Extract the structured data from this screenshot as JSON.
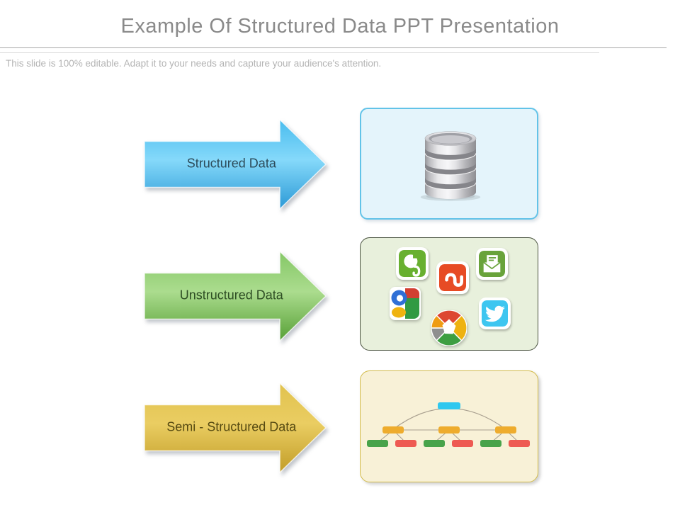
{
  "slide": {
    "title": "Example Of Structured Data PPT Presentation",
    "subtitle": "This slide is 100% editable. Adapt it to your needs and capture your audience's attention."
  },
  "rows": [
    {
      "label": "Structured Data",
      "arrow_color_top": "#49bcee",
      "arrow_color_mid": "#85d9fa",
      "arrow_color_bottom": "#2b99d6",
      "label_color": "#2c4b5a",
      "panel": {
        "bg": "#e4f4fb",
        "border": "#62c3e8",
        "content": "database-cylinder"
      }
    },
    {
      "label": "Unstructured Data",
      "arrow_color_top": "#84c766",
      "arrow_color_mid": "#abdc8e",
      "arrow_color_bottom": "#57a036",
      "label_color": "#2e4e24",
      "panel": {
        "bg": "#e8f0dc",
        "border": "#49523f",
        "content": "social-icons",
        "icons": [
          "evernote",
          "stumbleupon",
          "email-newsletter",
          "google",
          "picasa",
          "twitter"
        ]
      }
    },
    {
      "label": "Semi - Structured Data",
      "arrow_color_top": "#e1c24e",
      "arrow_color_mid": "#eacd62",
      "arrow_color_bottom": "#c29d28",
      "label_color": "#564a12",
      "panel": {
        "bg": "#f8f1d7",
        "border": "#d2bb4a",
        "content": "tree-diagram"
      }
    }
  ],
  "tree": {
    "root_color": "#2fc8ef",
    "branch_color": "#eeac2d",
    "leaf_colors": [
      "#48a34a",
      "#ee5a52",
      "#48a34a",
      "#ee5a52",
      "#48a34a",
      "#ee5a52"
    ],
    "line_color": "#a89f8f"
  },
  "icon_colors": {
    "evernote": "#68b030",
    "stumbleupon": "#e74b24",
    "email": "#69a33b",
    "twitter": "#3ec6f0",
    "google_blue": "#2f6fd6",
    "google_red": "#d23f31",
    "google_green": "#319a43",
    "google_yellow": "#efb310",
    "picasa_red": "#dd4632",
    "picasa_amber": "#eeb211",
    "picasa_green": "#3d9e41",
    "picasa_gray": "#8f8f8f",
    "picasa_orange": "#ef9c14",
    "database_silver": "#d6d6da"
  }
}
